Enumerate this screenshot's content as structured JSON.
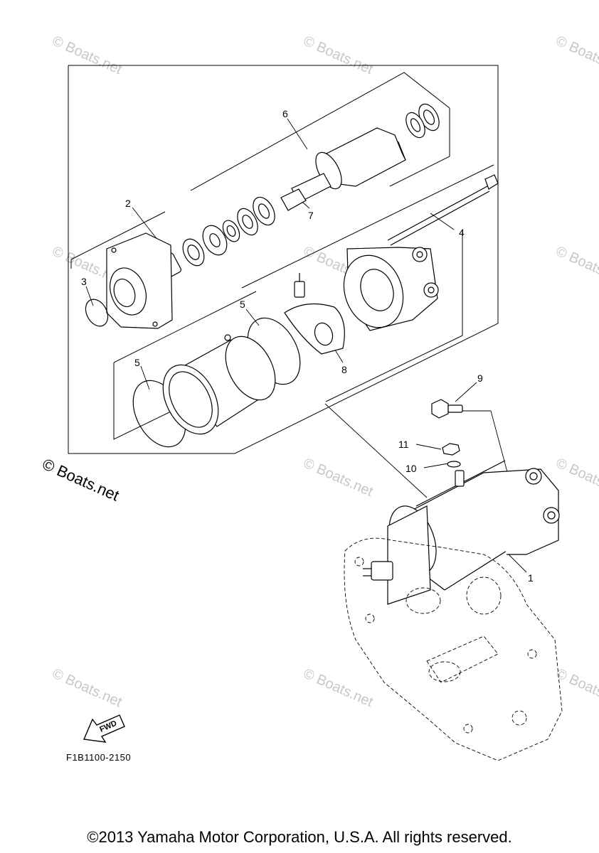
{
  "callouts": {
    "c1": "1",
    "c2": "2",
    "c3": "3",
    "c4": "4",
    "c5a": "5",
    "c5b": "5",
    "c6": "6",
    "c7": "7",
    "c8": "8",
    "c9": "9",
    "c10": "10",
    "c11": "11"
  },
  "watermark": {
    "text": "© Boats.net",
    "color": "#c8c8c8"
  },
  "watermark_main": "© Boats.net",
  "fwd_label": "FWD",
  "diagram_code": "F1B1100-2150",
  "copyright": "©2013 Yamaha Motor Corporation, U.S.A. All rights reserved."
}
